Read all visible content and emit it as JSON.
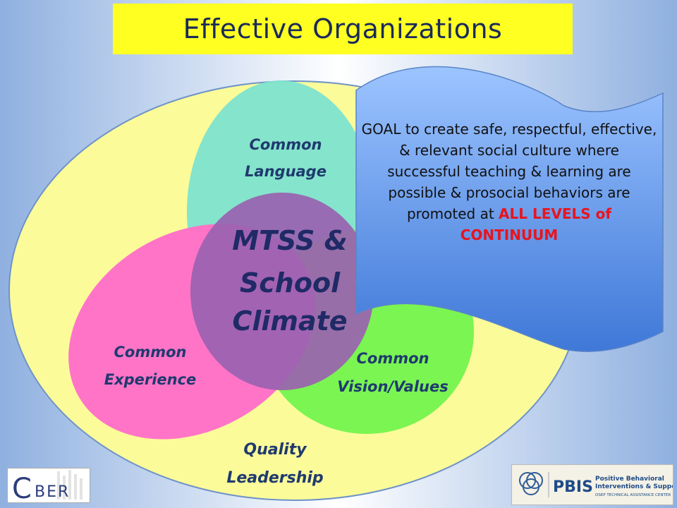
{
  "title": "Effective Organizations",
  "colors": {
    "title_bg": "#ffff22",
    "outer_ellipse": "#fbfb9a",
    "language": "#7ee3cf",
    "experience": "#ff74c7",
    "vision": "#7af552",
    "center": "#9a62b0",
    "goal_banner": "#4d86e2",
    "emphasis": "#e8141e"
  },
  "diagram": {
    "center_lines": [
      "MTSS &",
      "School",
      "Climate"
    ],
    "language_lines": [
      "Common",
      "Language"
    ],
    "experience_lines": [
      "Common",
      "Experience"
    ],
    "vision_lines": [
      "Common",
      "Vision/Values"
    ],
    "leadership_lines": [
      "Quality",
      "Leadership"
    ]
  },
  "goal": {
    "text": "GOAL to create safe, respectful, effective, & relevant social culture where successful teaching & learning are possible & prosocial behaviors are promoted at ",
    "emphasis": "ALL LEVELS of CONTINUUM"
  },
  "logos": {
    "cber_big": "C",
    "cber_small": "BER",
    "pbis_name": "PBIS",
    "pbis_line1": "Positive Behavioral",
    "pbis_line2": "Interventions & Supports",
    "pbis_line3": "OSEP TECHNICAL ASSISTANCE CENTER"
  }
}
